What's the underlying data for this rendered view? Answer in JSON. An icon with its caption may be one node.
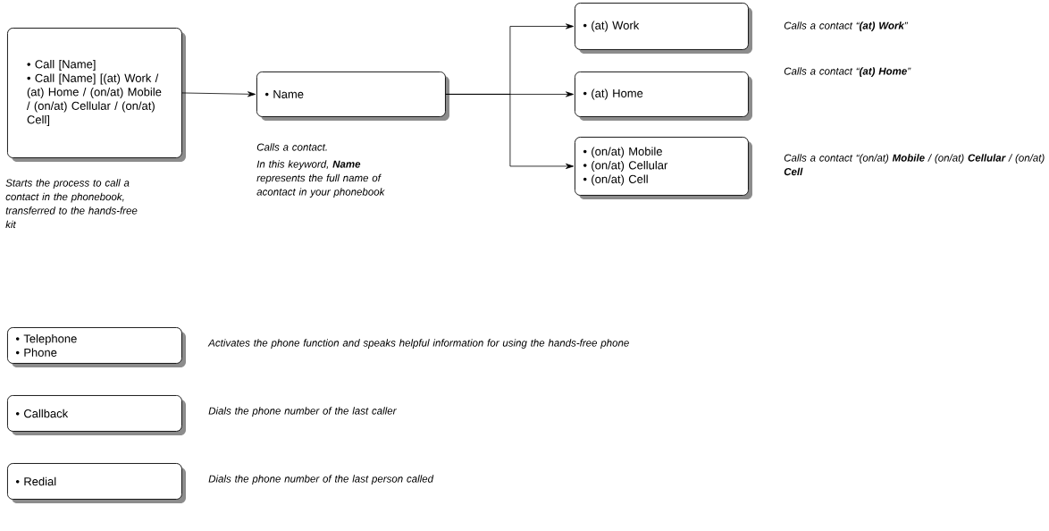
{
  "diagram": {
    "nodes": [
      {
        "text": [
          "• Call [Name]",
          "• Call [Name] [(at) Work / (at) Home / (on/at) Mobile / (on/at) Cellular / (on/at) Cell]"
        ],
        "beside": [
          "Starts the process to call a contact in the phonebook, transferred to the hands-free kit"
        ]
      },
      {
        "text": [
          "• Name"
        ],
        "beside": [
          "Calls a contact.",
          "In this keyword, **Name** represents the full name of acontact in your phonebook"
        ]
      },
      {
        "text": [
          "• (at) Work"
        ],
        "beside": [
          "Calls a contact “**(at) Work**”"
        ]
      },
      {
        "text": [
          "• (at) Home"
        ],
        "beside": [
          "Calls a contact “**(at) Home**”"
        ]
      },
      {
        "text": [
          "• (on/at) Mobile",
          "• (on/at) Cellular",
          "• (on/at) Cell"
        ],
        "beside": [
          "Calls a contact “(on/at) **Mobile** / (on/at) **Cellular** / (on/at) **Cell**"
        ]
      },
      {
        "text": [
          "• Telephone",
          "• Phone"
        ],
        "beside": [
          "Activates the phone function and speaks helpful information for using the hands-free phone"
        ]
      },
      {
        "text": [
          "• Callback"
        ],
        "beside": [
          "Dials the phone number of the last caller"
        ]
      },
      {
        "text": [
          "• Redial"
        ],
        "beside": [
          "Dials the phone number of the last person called"
        ]
      }
    ],
    "edges": [
      {
        "from": 0,
        "to": 1,
        "arrow": "to"
      },
      {
        "from": 1,
        "to": 2,
        "arrow": "to"
      },
      {
        "from": 1,
        "to": 3,
        "arrow": "to"
      },
      {
        "from": 1,
        "to": 4,
        "arrow": "to"
      }
    ]
  }
}
